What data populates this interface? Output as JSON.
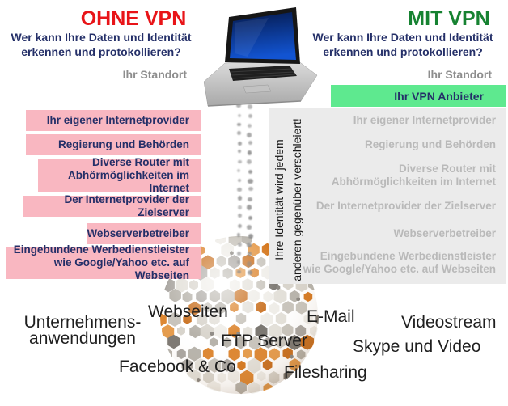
{
  "left_column": {
    "title": "OHNE VPN",
    "subtitle_lines": [
      "Wer kann Ihre Daten und Identität",
      "erkennen und protokollieren?"
    ],
    "location_label": "Ihr Standort",
    "watchers": [
      {
        "lines": [
          "Ihr eigener Internetprovider"
        ]
      },
      {
        "lines": [
          "Regierung und Behörden"
        ]
      },
      {
        "lines": [
          "Diverse Router mit",
          "Abhörmöglichkeiten im Internet"
        ]
      },
      {
        "lines": [
          "Der Internetprovider der Zielserver"
        ]
      },
      {
        "lines": [
          "Webserverbetreiber"
        ]
      },
      {
        "lines": [
          "Eingebundene Werbedienstleister",
          "wie Google/Yahoo etc. auf Webseiten"
        ]
      }
    ]
  },
  "right_column": {
    "title": "MIT VPN",
    "subtitle_lines": [
      "Wer kann Ihre Daten und Identität",
      "erkennen und protokollieren?"
    ],
    "location_label": "Ihr Standort",
    "vpn_provider_label": "Ihr VPN Anbieter",
    "privacy_note_lines": [
      "Ihre Identität wird jedem",
      "anderen gegenüber verschleiert!"
    ],
    "watchers": [
      {
        "lines": [
          "Ihr eigener Internetprovider"
        ]
      },
      {
        "lines": [
          "Regierung und Behörden"
        ]
      },
      {
        "lines": [
          "Diverse Router mit",
          "Abhörmöglichkeiten im Internet"
        ]
      },
      {
        "lines": [
          "Der Internetprovider der Zielserver"
        ]
      },
      {
        "lines": [
          "Webserverbetreiber"
        ]
      },
      {
        "lines": [
          "Eingebundene Werbedienstleister",
          "wie Google/Yahoo etc. auf Webseiten"
        ]
      }
    ]
  },
  "services": {
    "webseiten": "Webseiten",
    "email": "E-Mail",
    "videostream": "Videostream",
    "ftp": "FTP Server",
    "skype": "Skype und Video",
    "facebook": "Facebook & Co",
    "filesharing": "Filesharing",
    "unternehmen_lines": [
      "Unternehmens-",
      "anwendungen"
    ]
  },
  "colors": {
    "title_red": "#e81418",
    "title_green": "#168231",
    "navy_text": "#242f68",
    "pink_box": "#f9b7c1",
    "green_box": "#5ee98f",
    "gray_panel": "#ebebeb",
    "gray_muted_text": "#b9b9b9",
    "gray_label_text": "#8d8d8d",
    "globe_orange": "#dd8630",
    "globe_gray": "#cfcbc3"
  }
}
